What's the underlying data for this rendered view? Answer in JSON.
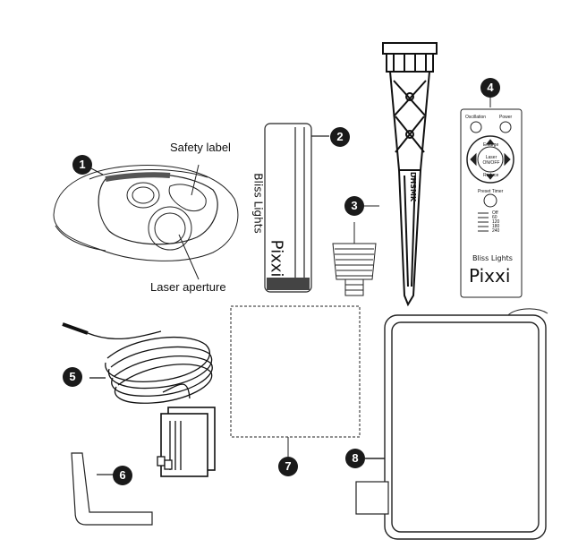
{
  "callouts": {
    "safety_label": "Safety label",
    "laser_aperture": "Laser aperture"
  },
  "badges": [
    "1",
    "2",
    "3",
    "4",
    "5",
    "6",
    "7",
    "8"
  ],
  "product": {
    "brand_line": "Bliss Lights",
    "model": "Pixxi",
    "stake_mark": "DHSMK"
  },
  "remote": {
    "oscillation": "Oscillation",
    "power": "Power",
    "enlarge": "Enlarge",
    "laser_onoff": "Laser ON/OFF",
    "reduce": "Reduce",
    "preset_timer": "Preset Timer",
    "timer_options": [
      "Off",
      "60",
      "120",
      "180",
      "240"
    ],
    "brand_line": "Bliss Lights",
    "model": "Pixxi"
  }
}
